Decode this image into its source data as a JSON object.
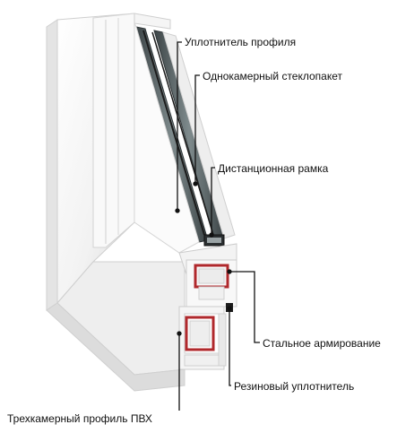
{
  "diagram": {
    "labels": [
      {
        "id": "profile-seal",
        "text": "Уплотнитель профиля"
      },
      {
        "id": "single-chamber-glazing",
        "text": "Однокамерный стеклопакет"
      },
      {
        "id": "spacer-frame",
        "text": "Дистанционная рамка"
      },
      {
        "id": "steel-reinforcement",
        "text": "Стальное армирование"
      },
      {
        "id": "rubber-seal",
        "text": "Резиновый уплотнитель"
      },
      {
        "id": "three-chamber-pvc-profile",
        "text": "Трехкамерный профиль ПВХ"
      }
    ],
    "colors": {
      "pvc": "#f7f7f7",
      "pvc_shadow": "#d8d8d8",
      "glass": "#5f6a6d",
      "glass_dark": "#2e3436",
      "steel": "#b0282c",
      "seal": "#1c1c1c",
      "leader": "#111111"
    }
  }
}
